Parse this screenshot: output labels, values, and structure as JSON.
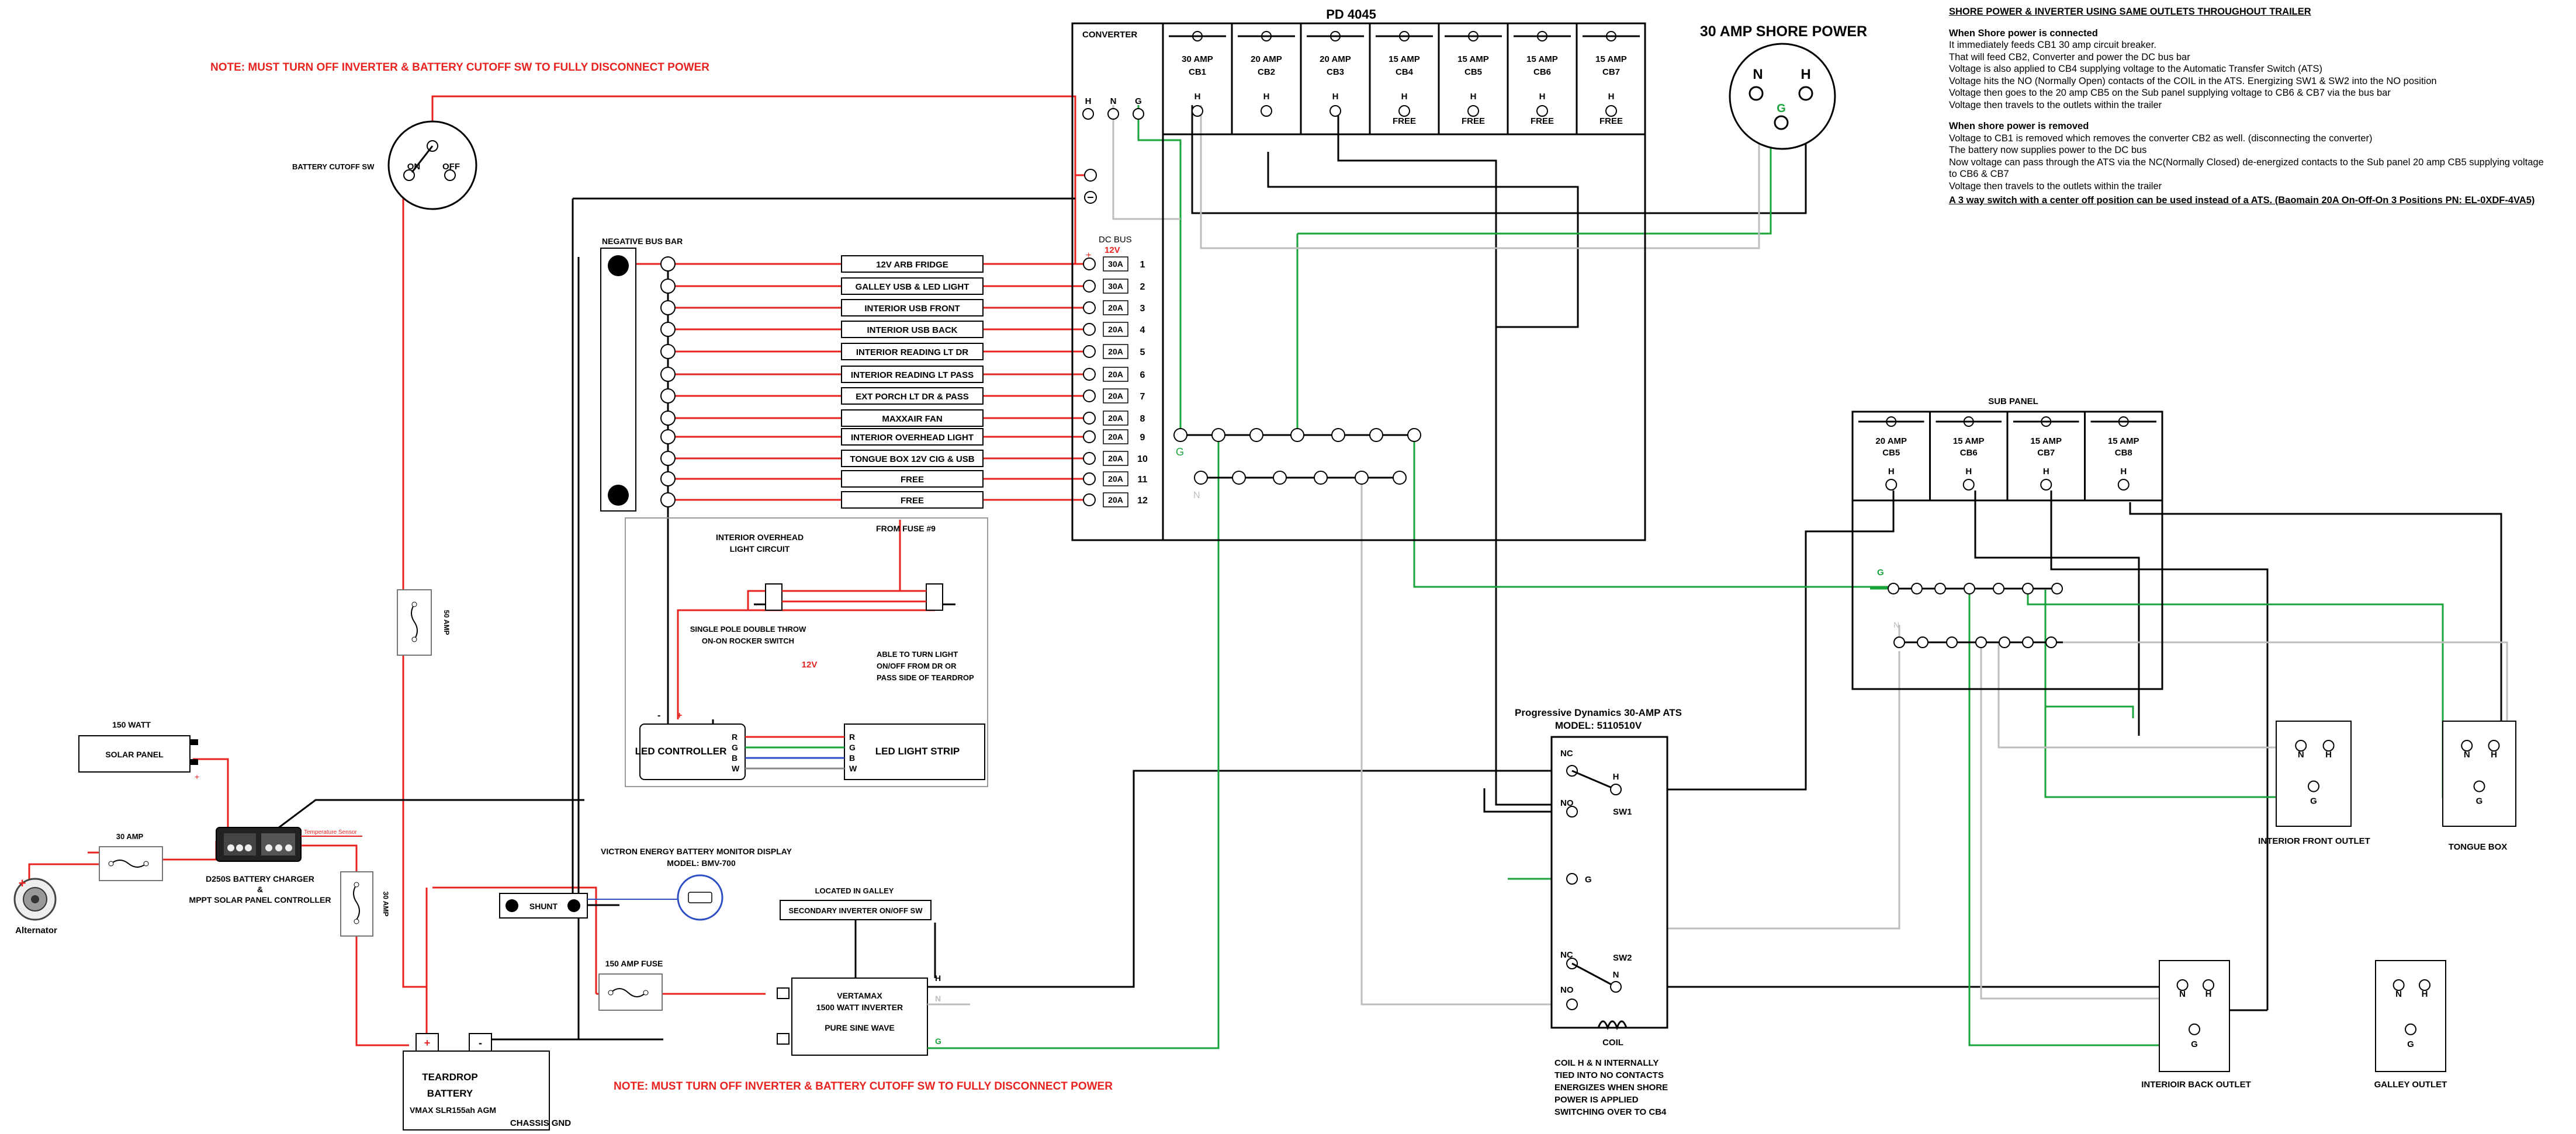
{
  "notes": {
    "note_top": "NOTE: MUST TURN OFF INVERTER & BATTERY CUTOFF SW TO FULLY DISCONNECT POWER",
    "note_bottom": "NOTE: MUST TURN OFF INVERTER & BATTERY CUTOFF SW TO FULLY DISCONNECT POWER"
  },
  "text_panel": {
    "heading": "SHORE POWER & INVERTER USING SAME OUTLETS THROUGHOUT TRAILER",
    "connected_heading": "When Shore power is connected",
    "connected_lines": [
      "It immediately feeds CB1 30 amp circuit breaker.",
      "That will feed CB2, Converter and power the DC bus bar",
      "Voltage is also applied to CB4 supplying voltage to the Automatic Transfer Switch (ATS)",
      "Voltage hits the NO (Normally Open) contacts of the COIL in the ATS. Energizing SW1 & SW2 into the NO position",
      "Voltage then goes to the 20 amp CB5 on the Sub panel supplying voltage to CB6 & CB7 via the bus bar",
      "Voltage then travels to the outlets within the trailer"
    ],
    "removed_heading": "When shore power is removed",
    "removed_lines": [
      "Voltage to CB1 is removed which removes the converter CB2 as well. (disconnecting the converter)",
      "The battery now supplies power to the DC bus",
      "Now voltage can pass through the ATS via the NC(Normally Closed) de-energized contacts to the Sub panel 20 amp CB5 supplying voltage",
      "to CB6 & CB7",
      "Voltage then travels to the outlets within the trailer"
    ],
    "footer": "A 3 way switch with a center off position can be used instead of a ATS. (Baomain 20A On-Off-On 3 Positions PN: EL-0XDF-4VA5)"
  },
  "pd": {
    "title": "PD 4045",
    "converter": "CONVERTER",
    "conv_terms": [
      "H",
      "N",
      "G"
    ],
    "breakers": [
      {
        "amp": "30 AMP",
        "cb": "CB1",
        "term": "H",
        "note": ""
      },
      {
        "amp": "20 AMP",
        "cb": "CB2",
        "term": "H",
        "note": ""
      },
      {
        "amp": "20 AMP",
        "cb": "CB3",
        "term": "H",
        "note": ""
      },
      {
        "amp": "15 AMP",
        "cb": "CB4",
        "term": "H",
        "note": "FREE"
      },
      {
        "amp": "15 AMP",
        "cb": "CB5",
        "term": "H",
        "note": "FREE"
      },
      {
        "amp": "15 AMP",
        "cb": "CB6",
        "term": "H",
        "note": "FREE"
      },
      {
        "amp": "15 AMP",
        "cb": "CB7",
        "term": "H",
        "note": "FREE"
      }
    ],
    "dc_bus": "DC BUS",
    "dc_v": "12V",
    "plus": "+",
    "bus_g": "G",
    "bus_n": "N"
  },
  "shore": {
    "title": "30 AMP SHORE POWER",
    "n": "N",
    "h": "H",
    "g": "G"
  },
  "cutoff": {
    "label": "BATTERY CUTOFF SW",
    "on": "ON",
    "off": "OFF"
  },
  "neg_bus": "NEGATIVE BUS BAR",
  "circuits": [
    {
      "label": "12V ARB FRIDGE",
      "fuse": "30A",
      "num": "1"
    },
    {
      "label": "GALLEY USB & LED LIGHT",
      "fuse": "30A",
      "num": "2"
    },
    {
      "label": "INTERIOR USB FRONT",
      "fuse": "20A",
      "num": "3"
    },
    {
      "label": "INTERIOR USB BACK",
      "fuse": "20A",
      "num": "4"
    },
    {
      "label": "INTERIOR READING LT DR",
      "fuse": "20A",
      "num": "5"
    },
    {
      "label": "INTERIOR READING LT PASS",
      "fuse": "20A",
      "num": "6"
    },
    {
      "label": "EXT PORCH LT DR & PASS",
      "fuse": "20A",
      "num": "7"
    },
    {
      "label": "MAXXAIR FAN",
      "fuse": "20A",
      "num": "8"
    },
    {
      "label": "INTERIOR OVERHEAD LIGHT",
      "fuse": "20A",
      "num": "9"
    },
    {
      "label": "TONGUE BOX 12V CIG & USB",
      "fuse": "20A",
      "num": "10"
    },
    {
      "label": "FREE",
      "fuse": "20A",
      "num": "11"
    },
    {
      "label": "FREE",
      "fuse": "20A",
      "num": "12"
    }
  ],
  "overhead": {
    "title1": "INTERIOR OVERHEAD",
    "title2": "LIGHT CIRCUIT",
    "from_fuse": "FROM FUSE #9",
    "spdt1": "SINGLE POLE DOUBLE THROW",
    "spdt2": "ON-ON ROCKER SWITCH",
    "v12": "12V",
    "able1": "ABLE TO TURN LIGHT",
    "able2": "ON/OFF FROM DR OR",
    "able3": "PASS SIDE OF TEARDROP",
    "minus": "-",
    "plus": "+",
    "led_ctrl": "LED CONTROLLER",
    "led_strip": "LED LIGHT STRIP",
    "rgbw": [
      "R",
      "G",
      "B",
      "W"
    ]
  },
  "fuse50": "50 AMP",
  "solar": {
    "watt": "150 WATT",
    "panel": "SOLAR PANEL",
    "plus": "+"
  },
  "charger": {
    "l1": "D250S BATTERY CHARGER",
    "l2": "&",
    "l3": "MPPT SOLAR PANEL CONTROLLER",
    "sensor": "Temperature Sensor"
  },
  "alt": {
    "fuse": "30 AMP",
    "label": "Alternator"
  },
  "fuse30b": "30 AMP",
  "shunt": "SHUNT",
  "bmv": {
    "l1": "VICTRON ENERGY BATTERY MONITOR DISPLAY",
    "l2": "MODEL: BMV-700"
  },
  "fuse150": "150 AMP FUSE",
  "galley": {
    "located": "LOCATED IN GALLEY",
    "switch": "SECONDARY INVERTER ON/OFF SW"
  },
  "inverter": {
    "l1": "VERTAMAX",
    "l2": "1500 WATT INVERTER",
    "l3": "PURE SINE WAVE",
    "h": "H",
    "n": "N",
    "g": "G"
  },
  "battery": {
    "l1": "TEARDROP",
    "l2": "BATTERY",
    "l3": "VMAX SLR155ah AGM",
    "plus": "+",
    "minus": "-"
  },
  "chassis": "CHASSIS GND",
  "ats": {
    "title": "Progressive Dynamics 30-AMP ATS",
    "model": "MODEL: 5110510V",
    "nc": "NC",
    "no": "NO",
    "h": "H",
    "g": "G",
    "n": "N",
    "sw1": "SW1",
    "sw2": "SW2",
    "coil": "COIL",
    "coil_notes": [
      "COIL H & N INTERNALLY",
      "TIED INTO NO CONTACTS",
      "ENERGIZES WHEN SHORE",
      "POWER IS APPLIED",
      "SWITCHING OVER TO CB4"
    ]
  },
  "sub": {
    "title": "SUB PANEL",
    "breakers": [
      {
        "amp": "20 AMP",
        "cb": "CB5",
        "term": "H"
      },
      {
        "amp": "15 AMP",
        "cb": "CB6",
        "term": "H"
      },
      {
        "amp": "15 AMP",
        "cb": "CB7",
        "term": "H"
      },
      {
        "amp": "15 AMP",
        "cb": "CB8",
        "term": "H"
      }
    ],
    "g": "G",
    "n": "N"
  },
  "outlets": {
    "front": "INTERIOR FRONT OUTLET",
    "tongue": "TONGUE BOX",
    "back": "INTERIOIR BACK OUTLET",
    "galley": "GALLEY OUTLET",
    "n": "N",
    "h": "H",
    "g": "G"
  },
  "colors": {
    "hot": "#e8231f",
    "ground": "#1aa33b",
    "neutral": "#bdbdbd",
    "wire": "#000000",
    "bmv": "#2e4fc4"
  }
}
